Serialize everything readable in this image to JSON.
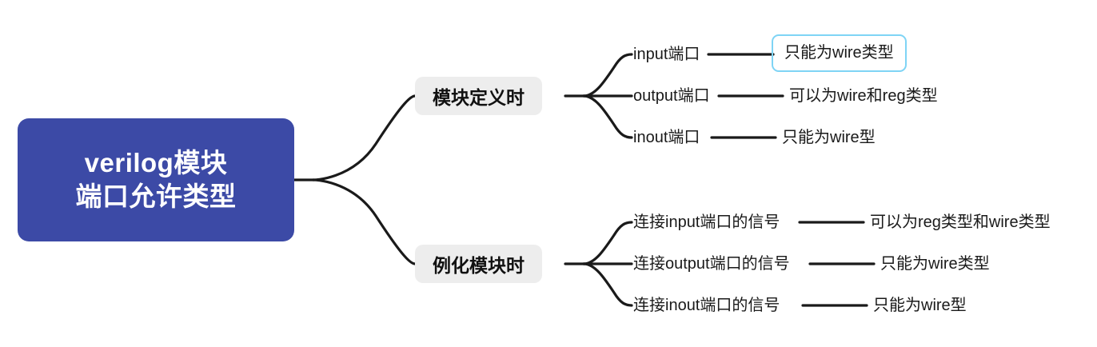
{
  "diagram": {
    "type": "mindmap",
    "title": "verilog模块端口允许类型",
    "colors": {
      "root_fill": "#3c4aa6",
      "root_text": "#ffffff",
      "branch_fill": "#ededed",
      "branch_text": "#111111",
      "leaf_text": "#1a1a1a",
      "link_stroke": "#1a1a1a",
      "selection_border": "#7fd4f5",
      "background": "#ffffff"
    },
    "root": {
      "line1": "verilog模块",
      "line2": "端口允许类型"
    },
    "branches": [
      {
        "label": "模块定义时",
        "children": [
          {
            "label": "input端口",
            "value": "只能为wire类型",
            "selected": true
          },
          {
            "label": "output端口",
            "value": "可以为wire和reg类型",
            "selected": false
          },
          {
            "label": "inout端口",
            "value": "只能为wire型",
            "selected": false
          }
        ]
      },
      {
        "label": "例化模块时",
        "children": [
          {
            "label": "连接input端口的信号",
            "value": "可以为reg类型和wire类型",
            "selected": false
          },
          {
            "label": "连接output端口的信号",
            "value": "只能为wire类型",
            "selected": false
          },
          {
            "label": "连接inout端口的信号",
            "value": "只能为wire型",
            "selected": false
          }
        ]
      }
    ]
  }
}
